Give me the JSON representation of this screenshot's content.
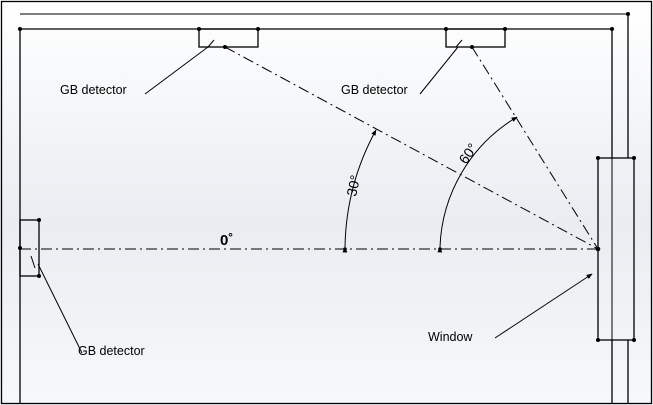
{
  "labels": {
    "detector_left": "GB detector",
    "detector_top_left": "GB detector",
    "detector_top_right": "GB detector",
    "window": "Window"
  },
  "angles": {
    "zero": "0˚",
    "thirty": "30°",
    "sixty": "60°"
  },
  "colors": {
    "line": "#000000",
    "background_top": "#ffffff",
    "background_mid": "#e9edf1"
  }
}
